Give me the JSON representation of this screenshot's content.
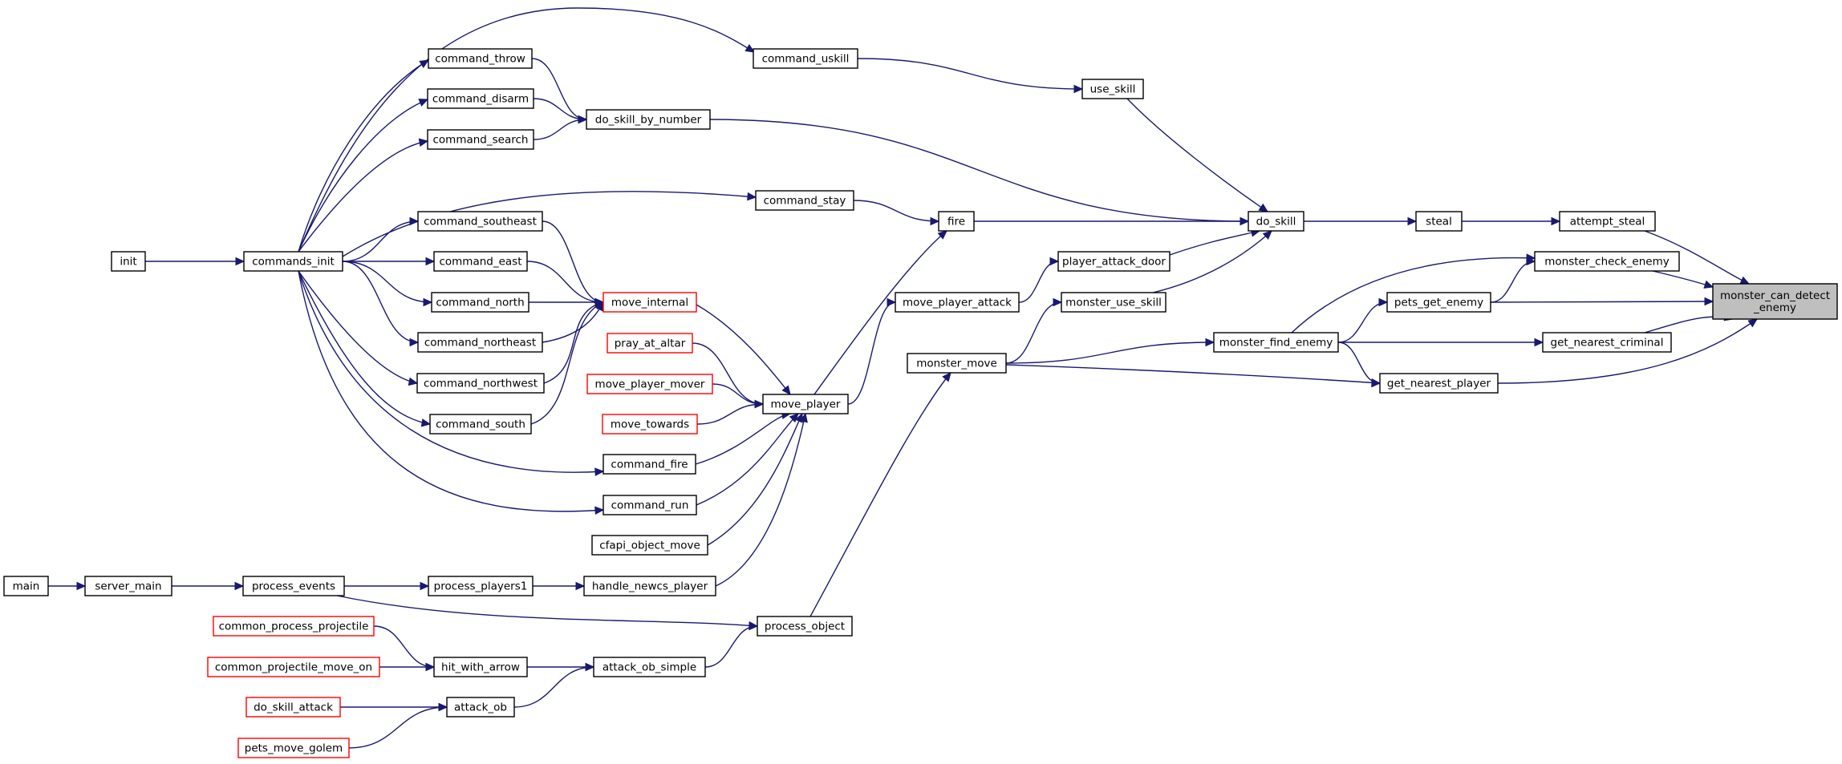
{
  "diagram": {
    "root": "monster_can_detect_enemy",
    "nodes": [
      {
        "id": "mcde",
        "label": [
          "monster_can_detect",
          "_enemy"
        ],
        "root": true
      },
      {
        "id": "attempt_steal",
        "label": [
          "attempt_steal"
        ]
      },
      {
        "id": "monster_check_enemy",
        "label": [
          "monster_check_enemy"
        ]
      },
      {
        "id": "pets_get_enemy",
        "label": [
          "pets_get_enemy"
        ]
      },
      {
        "id": "get_nearest_criminal",
        "label": [
          "get_nearest_criminal"
        ]
      },
      {
        "id": "get_nearest_player",
        "label": [
          "get_nearest_player"
        ]
      },
      {
        "id": "steal",
        "label": [
          "steal"
        ]
      },
      {
        "id": "monster_find_enemy",
        "label": [
          "monster_find_enemy"
        ]
      },
      {
        "id": "do_skill",
        "label": [
          "do_skill"
        ]
      },
      {
        "id": "use_skill",
        "label": [
          "use_skill"
        ]
      },
      {
        "id": "fire",
        "label": [
          "fire"
        ]
      },
      {
        "id": "player_attack_door",
        "label": [
          "player_attack_door"
        ]
      },
      {
        "id": "monster_use_skill",
        "label": [
          "monster_use_skill"
        ]
      },
      {
        "id": "command_uskill",
        "label": [
          "command_uskill"
        ]
      },
      {
        "id": "command_stay",
        "label": [
          "command_stay"
        ]
      },
      {
        "id": "move_player",
        "label": [
          "move_player"
        ]
      },
      {
        "id": "move_player_attack",
        "label": [
          "move_player_attack"
        ]
      },
      {
        "id": "monster_move",
        "label": [
          "monster_move"
        ]
      },
      {
        "id": "process_object",
        "label": [
          "process_object"
        ]
      },
      {
        "id": "do_skill_by_number",
        "label": [
          "do_skill_by_number"
        ]
      },
      {
        "id": "move_internal",
        "label": [
          "move_internal"
        ],
        "truncated": true
      },
      {
        "id": "pray_at_altar",
        "label": [
          "pray_at_altar"
        ],
        "truncated": true
      },
      {
        "id": "move_player_mover",
        "label": [
          "move_player_mover"
        ],
        "truncated": true
      },
      {
        "id": "move_towards",
        "label": [
          "move_towards"
        ],
        "truncated": true
      },
      {
        "id": "command_fire",
        "label": [
          "command_fire"
        ]
      },
      {
        "id": "command_run",
        "label": [
          "command_run"
        ]
      },
      {
        "id": "cfapi_object_move",
        "label": [
          "cfapi_object_move"
        ]
      },
      {
        "id": "handle_newcs_player",
        "label": [
          "handle_newcs_player"
        ]
      },
      {
        "id": "attack_ob_simple",
        "label": [
          "attack_ob_simple"
        ]
      },
      {
        "id": "command_throw",
        "label": [
          "command_throw"
        ]
      },
      {
        "id": "command_disarm",
        "label": [
          "command_disarm"
        ]
      },
      {
        "id": "command_search",
        "label": [
          "command_search"
        ]
      },
      {
        "id": "command_southeast",
        "label": [
          "command_southeast"
        ]
      },
      {
        "id": "command_east",
        "label": [
          "command_east"
        ]
      },
      {
        "id": "command_north",
        "label": [
          "command_north"
        ]
      },
      {
        "id": "command_northeast",
        "label": [
          "command_northeast"
        ]
      },
      {
        "id": "command_northwest",
        "label": [
          "command_northwest"
        ]
      },
      {
        "id": "command_south",
        "label": [
          "command_south"
        ]
      },
      {
        "id": "process_players1",
        "label": [
          "process_players1"
        ]
      },
      {
        "id": "hit_with_arrow",
        "label": [
          "hit_with_arrow"
        ]
      },
      {
        "id": "attack_ob",
        "label": [
          "attack_ob"
        ]
      },
      {
        "id": "commands_init",
        "label": [
          "commands_init"
        ]
      },
      {
        "id": "process_events",
        "label": [
          "process_events"
        ]
      },
      {
        "id": "common_process_projectile",
        "label": [
          "common_process_projectile"
        ],
        "truncated": true
      },
      {
        "id": "common_projectile_move_on",
        "label": [
          "common_projectile_move_on"
        ],
        "truncated": true
      },
      {
        "id": "do_skill_attack",
        "label": [
          "do_skill_attack"
        ],
        "truncated": true
      },
      {
        "id": "pets_move_golem",
        "label": [
          "pets_move_golem"
        ],
        "truncated": true
      },
      {
        "id": "init",
        "label": [
          "init"
        ]
      },
      {
        "id": "server_main",
        "label": [
          "server_main"
        ]
      },
      {
        "id": "main",
        "label": [
          "main"
        ]
      }
    ],
    "edges": [
      {
        "from": "attempt_steal",
        "to": "mcde"
      },
      {
        "from": "monster_check_enemy",
        "to": "mcde"
      },
      {
        "from": "pets_get_enemy",
        "to": "mcde"
      },
      {
        "from": "get_nearest_criminal",
        "to": "mcde"
      },
      {
        "from": "get_nearest_player",
        "to": "mcde"
      },
      {
        "from": "steal",
        "to": "attempt_steal"
      },
      {
        "from": "monster_find_enemy",
        "to": "monster_check_enemy"
      },
      {
        "from": "pets_get_enemy",
        "to": "monster_check_enemy"
      },
      {
        "from": "monster_find_enemy",
        "to": "pets_get_enemy"
      },
      {
        "from": "monster_find_enemy",
        "to": "get_nearest_criminal"
      },
      {
        "from": "monster_find_enemy",
        "to": "get_nearest_player"
      },
      {
        "from": "monster_move",
        "to": "get_nearest_player"
      },
      {
        "from": "do_skill",
        "to": "steal"
      },
      {
        "from": "monster_move",
        "to": "monster_find_enemy"
      },
      {
        "from": "use_skill",
        "to": "do_skill"
      },
      {
        "from": "fire",
        "to": "do_skill"
      },
      {
        "from": "player_attack_door",
        "to": "do_skill"
      },
      {
        "from": "monster_use_skill",
        "to": "do_skill"
      },
      {
        "from": "do_skill_by_number",
        "to": "do_skill"
      },
      {
        "from": "command_uskill",
        "to": "use_skill"
      },
      {
        "from": "command_stay",
        "to": "fire"
      },
      {
        "from": "move_player",
        "to": "fire"
      },
      {
        "from": "move_player_attack",
        "to": "player_attack_door"
      },
      {
        "from": "monster_move",
        "to": "monster_use_skill"
      },
      {
        "from": "commands_init",
        "to": "command_uskill"
      },
      {
        "from": "commands_init",
        "to": "command_stay"
      },
      {
        "from": "move_internal",
        "to": "move_player"
      },
      {
        "from": "pray_at_altar",
        "to": "move_player"
      },
      {
        "from": "move_player_mover",
        "to": "move_player"
      },
      {
        "from": "move_towards",
        "to": "move_player"
      },
      {
        "from": "command_fire",
        "to": "move_player"
      },
      {
        "from": "command_run",
        "to": "move_player"
      },
      {
        "from": "cfapi_object_move",
        "to": "move_player"
      },
      {
        "from": "handle_newcs_player",
        "to": "move_player"
      },
      {
        "from": "move_player",
        "to": "move_player_attack"
      },
      {
        "from": "process_object",
        "to": "monster_move"
      },
      {
        "from": "attack_ob_simple",
        "to": "process_object"
      },
      {
        "from": "process_events",
        "to": "process_object"
      },
      {
        "from": "command_throw",
        "to": "do_skill_by_number"
      },
      {
        "from": "command_disarm",
        "to": "do_skill_by_number"
      },
      {
        "from": "command_search",
        "to": "do_skill_by_number"
      },
      {
        "from": "command_southeast",
        "to": "move_internal"
      },
      {
        "from": "command_east",
        "to": "move_internal"
      },
      {
        "from": "command_north",
        "to": "move_internal"
      },
      {
        "from": "command_northeast",
        "to": "move_internal"
      },
      {
        "from": "command_northwest",
        "to": "move_internal"
      },
      {
        "from": "command_south",
        "to": "move_internal"
      },
      {
        "from": "commands_init",
        "to": "command_fire"
      },
      {
        "from": "commands_init",
        "to": "command_run"
      },
      {
        "from": "process_players1",
        "to": "handle_newcs_player"
      },
      {
        "from": "hit_with_arrow",
        "to": "attack_ob_simple"
      },
      {
        "from": "attack_ob",
        "to": "attack_ob_simple"
      },
      {
        "from": "commands_init",
        "to": "command_throw"
      },
      {
        "from": "commands_init",
        "to": "command_disarm"
      },
      {
        "from": "commands_init",
        "to": "command_search"
      },
      {
        "from": "commands_init",
        "to": "command_southeast"
      },
      {
        "from": "commands_init",
        "to": "command_east"
      },
      {
        "from": "commands_init",
        "to": "command_north"
      },
      {
        "from": "commands_init",
        "to": "command_northeast"
      },
      {
        "from": "commands_init",
        "to": "command_northwest"
      },
      {
        "from": "commands_init",
        "to": "command_south"
      },
      {
        "from": "process_events",
        "to": "process_players1"
      },
      {
        "from": "common_process_projectile",
        "to": "hit_with_arrow"
      },
      {
        "from": "common_projectile_move_on",
        "to": "hit_with_arrow"
      },
      {
        "from": "do_skill_attack",
        "to": "attack_ob"
      },
      {
        "from": "pets_move_golem",
        "to": "attack_ob"
      },
      {
        "from": "init",
        "to": "commands_init"
      },
      {
        "from": "server_main",
        "to": "process_events"
      },
      {
        "from": "main",
        "to": "server_main"
      }
    ]
  }
}
